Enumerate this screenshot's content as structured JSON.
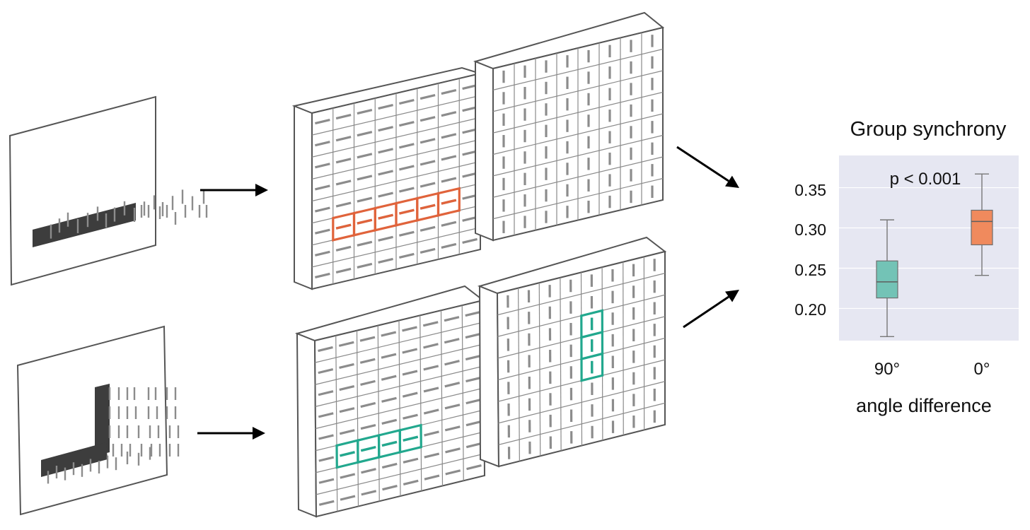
{
  "colors": {
    "orange": "#e0633b",
    "teal": "#22a88e",
    "box_orange": "#f08a5d",
    "box_teal": "#73c3b6",
    "plot_bg": "#e6e7f2",
    "bar": "#3d3d3d",
    "dash": "#8c8c8c"
  },
  "panels": {
    "top": {
      "stimulus": "straight-bar",
      "highlight": "horizontal-row",
      "highlight_color": "orange"
    },
    "bottom": {
      "stimulus": "L-shape",
      "highlight": "horizontal-plus-vertical",
      "highlight_color": "teal"
    }
  },
  "chart_data": {
    "type": "box",
    "title": "Group synchrony",
    "xlabel": "angle difference",
    "ylabel": "",
    "categories": [
      "90°",
      "0°"
    ],
    "yticks": [
      "0.35",
      "0.30",
      "0.25",
      "0.20"
    ],
    "ylim": [
      0.16,
      0.39
    ],
    "annotation": "p < 0.001",
    "boxes": [
      {
        "category": "90°",
        "whisker_low": 0.165,
        "q1": 0.213,
        "median": 0.233,
        "q3": 0.259,
        "whisker_high": 0.31,
        "color": "#73c3b6"
      },
      {
        "category": "0°",
        "whisker_low": 0.241,
        "q1": 0.279,
        "median": 0.308,
        "q3": 0.322,
        "whisker_high": 0.367,
        "color": "#f08a5d"
      }
    ],
    "grid": true
  }
}
